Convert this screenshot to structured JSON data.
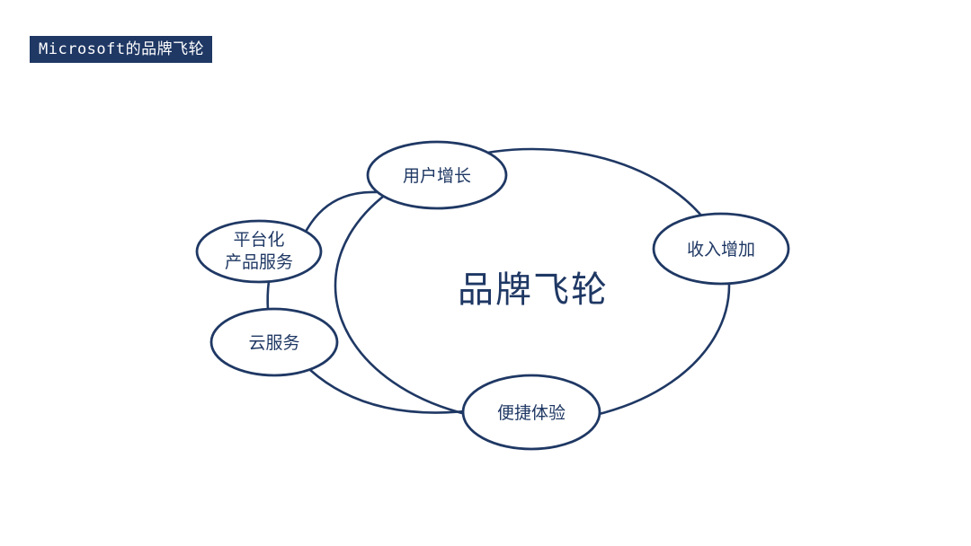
{
  "slide": {
    "title_badge": "Microsoft的品牌飞轮"
  },
  "colors": {
    "accent": "#1f3864",
    "node-fill": "#ffffff",
    "badge-bg": "#1f3864",
    "badge-fg": "#ffffff",
    "page-bg": "#ffffff"
  },
  "diagram": {
    "center_label": "品牌飞轮",
    "nodes": [
      {
        "label": "用户增长"
      },
      {
        "label": "收入增加"
      },
      {
        "label": "便捷体验"
      },
      {
        "label": "云服务"
      },
      {
        "line1": "平台化",
        "line2": "产品服务"
      }
    ]
  }
}
